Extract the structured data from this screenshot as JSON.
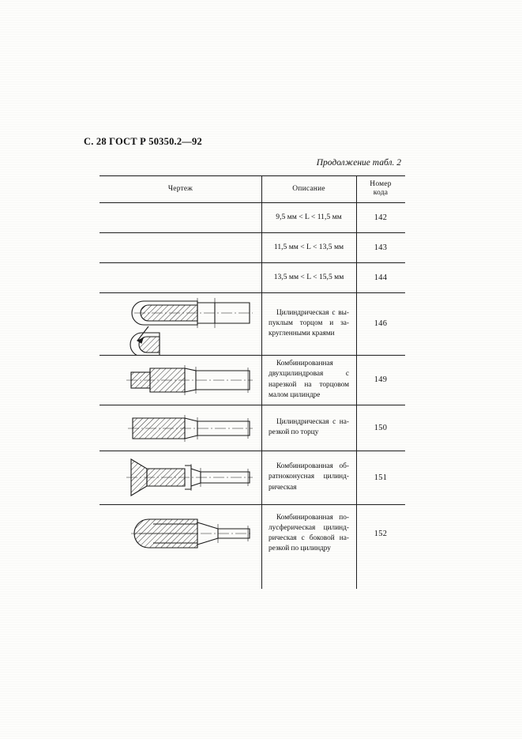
{
  "page": {
    "running_head": "С. 28 ГОСТ Р 50350.2—92",
    "table_caption": "Продолжение табл. 2"
  },
  "table": {
    "headers": {
      "drawing": "Чертеж",
      "description": "Описание",
      "code_line1": "Номер",
      "code_line2": "кода"
    },
    "rows": [
      {
        "drawing": "none",
        "description": "9,5 мм < L < 11,5 мм",
        "code": "142",
        "range": true
      },
      {
        "drawing": "none",
        "description": "11,5 мм < L < 13,5 мм",
        "code": "143",
        "range": true
      },
      {
        "drawing": "none",
        "description": "13,5 мм < L < 15,5 мм",
        "code": "144",
        "range": true
      },
      {
        "drawing": "cylindrical-convex-end-rounded-edges",
        "description": "Цилиндрическая с вы­пуклым торцом и за­кругленными краями",
        "code": "146",
        "range": false
      },
      {
        "drawing": "combined-two-cylinder-threaded-small-end",
        "description": "Комбинированная двухцилиндровая с нарезкой на торцовом малом цилиндре",
        "code": "149",
        "range": false
      },
      {
        "drawing": "cylindrical-threaded-end",
        "description": "Цилиндрическая с на­резкой по торцу",
        "code": "150",
        "range": false
      },
      {
        "drawing": "combined-inverted-cone-cylindrical",
        "description": "Комбинированная об­ратноконусная цилинд­рическая",
        "code": "151",
        "range": false
      },
      {
        "drawing": "combined-hemispherical-cylindrical-side-thread",
        "description": "Комбинированная по­лусферическая цилинд­рическая с боковой на­резкой по цилиндру",
        "code": "152",
        "range": false
      }
    ]
  }
}
